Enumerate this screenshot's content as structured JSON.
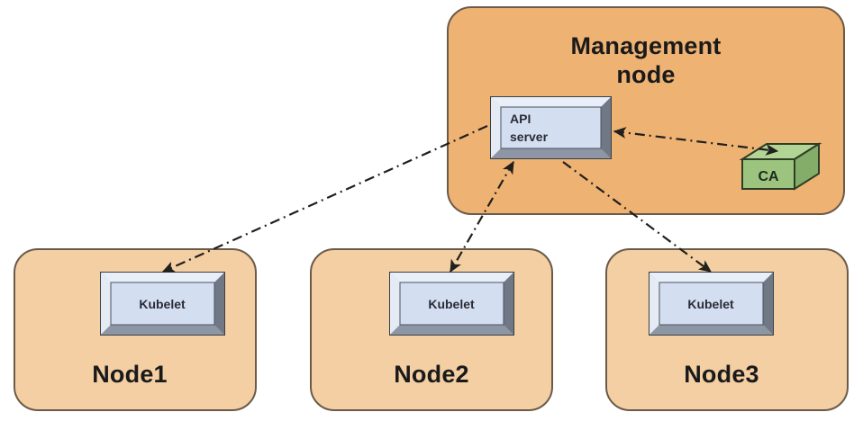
{
  "diagram": {
    "title_semantic": "kubernetes-node-api-server-ca-trust-diagram",
    "background": "#ffffff"
  },
  "management_node": {
    "label": "Management",
    "label_line2": "node",
    "fill": "#eeb273",
    "stroke": "#6b5a48",
    "api_server": {
      "label_line1": "API",
      "label_line2": "server",
      "fill": "#d3dff0",
      "frame_light": "#eef3fa",
      "frame_dark": "#7e8694"
    },
    "ca": {
      "label": "CA",
      "fill": "#9cc47f",
      "top_fill": "#b2d495",
      "side_fill": "#83ad68",
      "stroke": "#2f3d28"
    }
  },
  "nodes": [
    {
      "name": "Node1",
      "child_label": "Kubelet",
      "fill": "#f3cfa3",
      "stroke": "#6b5a48"
    },
    {
      "name": "Node2",
      "child_label": "Kubelet",
      "fill": "#f3cfa3",
      "stroke": "#6b5a48"
    },
    {
      "name": "Node3",
      "child_label": "Kubelet",
      "fill": "#f3cfa3",
      "stroke": "#6b5a48"
    }
  ],
  "connectors": [
    {
      "id": "api-to-node1-kubelet",
      "from": "api-server",
      "to": "node1-kubelet",
      "style": "dash-dot",
      "arrows": "end",
      "color": "#20201c"
    },
    {
      "id": "api-to-node2-kubelet",
      "from": "api-server",
      "to": "node2-kubelet",
      "style": "dash-dot",
      "arrows": "both",
      "color": "#20201c"
    },
    {
      "id": "api-to-node3-kubelet",
      "from": "api-server",
      "to": "node3-kubelet",
      "style": "dash-dot",
      "arrows": "end",
      "color": "#20201c"
    },
    {
      "id": "api-to-ca",
      "from": "api-server",
      "to": "ca",
      "style": "dash-dot",
      "arrows": "both",
      "color": "#20201c"
    }
  ]
}
